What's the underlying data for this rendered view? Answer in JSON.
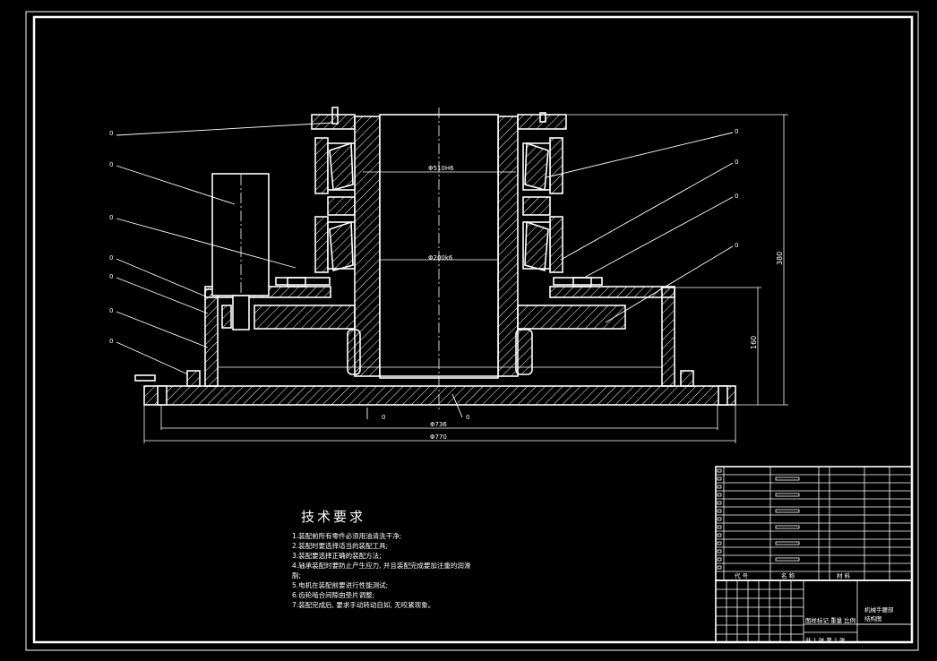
{
  "dimensions": {
    "bore_upper": "Φ510H6",
    "bore_lower": "Φ200k6",
    "base_inner": "Φ736",
    "base_outer": "Φ770",
    "height_total": "380",
    "height_lower": "160"
  },
  "balloon_label": "0",
  "tech_requirements": {
    "title": "技术要求",
    "lines": [
      "1.装配前所有零件必须用油清洗干净;",
      "2.装配时要选择适当的装配工具;",
      "3.装配要选择正确的装配方法;",
      "4.轴承装配时要防止产生应力, 并且装配完成要加注重的润滑",
      "脂;",
      "5.电机在装配前要进行性能测试;",
      "6.齿轮啮合间隙由垫片调整;",
      "7.装配完成后, 要求手动转动自如, 无咬紧现象。"
    ]
  },
  "title_block": {
    "col_code": "代 号",
    "col_name": "名 称",
    "col_material": "材 料",
    "drawing_title_1": "机械手腰部",
    "drawing_title_2": "结构图",
    "stage_label": "图样标记 重量 比例",
    "sheet_label": "共 1 张 第 1 张"
  }
}
